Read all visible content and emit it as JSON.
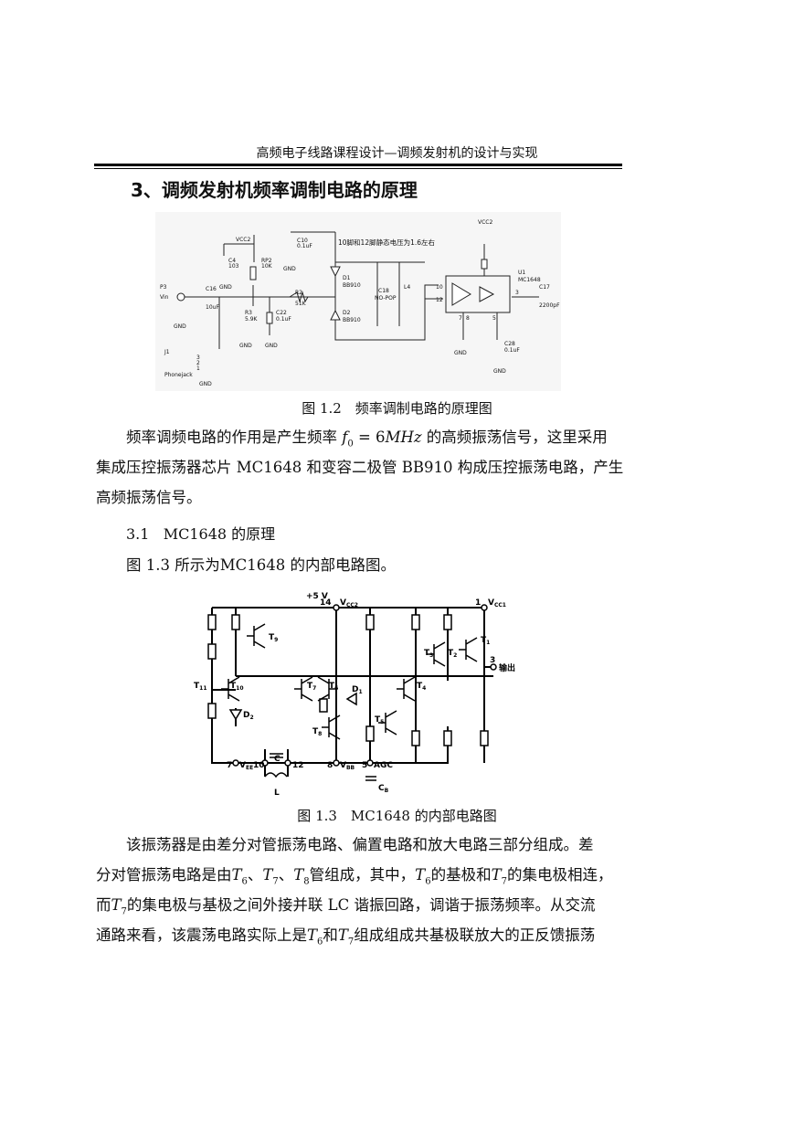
{
  "header": {
    "title": "高频电子线路课程设计—调频发射机的设计与实现"
  },
  "section": {
    "title": "3、调频发射机频率调制电路的原理"
  },
  "figure1": {
    "caption": "图 1.2　频率调制电路的原理图",
    "labels": {
      "vcc2_left": "VCC2",
      "c4": "C4",
      "c4_val": "103",
      "rp2": "RP2",
      "rp2_val": "10K",
      "gnd": "GND",
      "c10": "C10",
      "c10_val": "0.1uF",
      "note": "10脚和12脚静态电压为1.6左右",
      "vcc2_right": "VCC2",
      "u1": "U1",
      "u1_part": "MC1648",
      "p3": "P3",
      "vin": "Vin",
      "c16": "C16",
      "c16_val": "10uF",
      "r2": "R2",
      "r2_val": "51K",
      "d1": "D1",
      "d1_part": "BB910",
      "c18": "C18",
      "c18_val": "NO-POP",
      "l4": "L4",
      "pin10": "10",
      "pin12": "12",
      "pin3": "3",
      "pin7": "7",
      "pin8": "8",
      "pin5": "5",
      "c17": "C17",
      "c17_val": "2200pF",
      "r3": "R3",
      "r3_val": "5.9K",
      "c22": "C22",
      "c22_val": "0.1uF",
      "d2": "D2",
      "d2_part": "BB910",
      "c28": "C28",
      "c28_val": "0.1uF",
      "j1": "J1",
      "jack": "Phonejack",
      "j1_3": "3",
      "j1_2": "2",
      "j1_1": "1"
    }
  },
  "para1": {
    "line1_a": "频率调频电路的作用是产生频率",
    "f0": "f",
    "f0_sub": "0",
    "eq": " = 6",
    "unit": "MHz",
    "line1_b": "的高频振荡信号，这里采用",
    "line2": "集成压控振荡器芯片 MC1648 和变容二极管 BB910 构成压控振荡电路，产生",
    "line3": "高频振荡信号。"
  },
  "subsection": {
    "num": "3.1",
    "title": "MC1648 的原理"
  },
  "intro": "图 1.3 所示为MC1648 的内部电路图。",
  "figure2": {
    "caption": "图 1.3　MC1648 的内部电路图",
    "labels": {
      "supply": "+5 V",
      "pin14": "14",
      "vcc2": "V",
      "vcc2_sub": "CC2",
      "pin1": "1",
      "vcc1": "V",
      "vcc1_sub": "CC1",
      "t9": "T",
      "t9_sub": "9",
      "t1": "T",
      "t1_sub": "1",
      "t2": "T",
      "t2_sub": "2",
      "t3": "T",
      "t3_sub": "3",
      "pin3": "3",
      "out": "输出",
      "t11": "T",
      "t11_sub": "11",
      "t10": "T",
      "t10_sub": "10",
      "t7": "T",
      "t7_sub": "7",
      "t6": "T",
      "t6_sub": "6",
      "d1": "D",
      "d1_sub": "1",
      "t4": "T",
      "t4_sub": "4",
      "d2": "D",
      "d2_sub": "2",
      "t8": "T",
      "t8_sub": "8",
      "t5": "T",
      "t5_sub": "5",
      "pin7": "7",
      "vee": "V",
      "vee_sub": "EE",
      "pin10": "10",
      "c": "C",
      "pin12": "12",
      "pin8": "8",
      "vbb": "V",
      "vbb_sub": "BB",
      "pin5": "5",
      "agc": "AGC",
      "cb": "C",
      "cb_sub": "B",
      "l": "L"
    }
  },
  "para2": {
    "l1": "该振荡器是由差分对管振荡电路、偏置电路和放大电路三部分组成。差",
    "l2_a": "分对管振荡电路是由",
    "T": "T",
    "s6": "6",
    "s7": "7",
    "s8": "8",
    "sep": "、",
    "l2_b": "管组成，其中，",
    "l2_c": "的基极和",
    "l2_d": "的集电极相连，",
    "l3_a": "而",
    "l3_b": "的集电极与基极之间外接并联 LC 谐振回路，调谐于振荡频率。从交流",
    "l4_a": "通路来看，该震荡电路实际上是",
    "and": "和",
    "l4_b": "组成组成共基极联放大的正反馈振荡"
  }
}
